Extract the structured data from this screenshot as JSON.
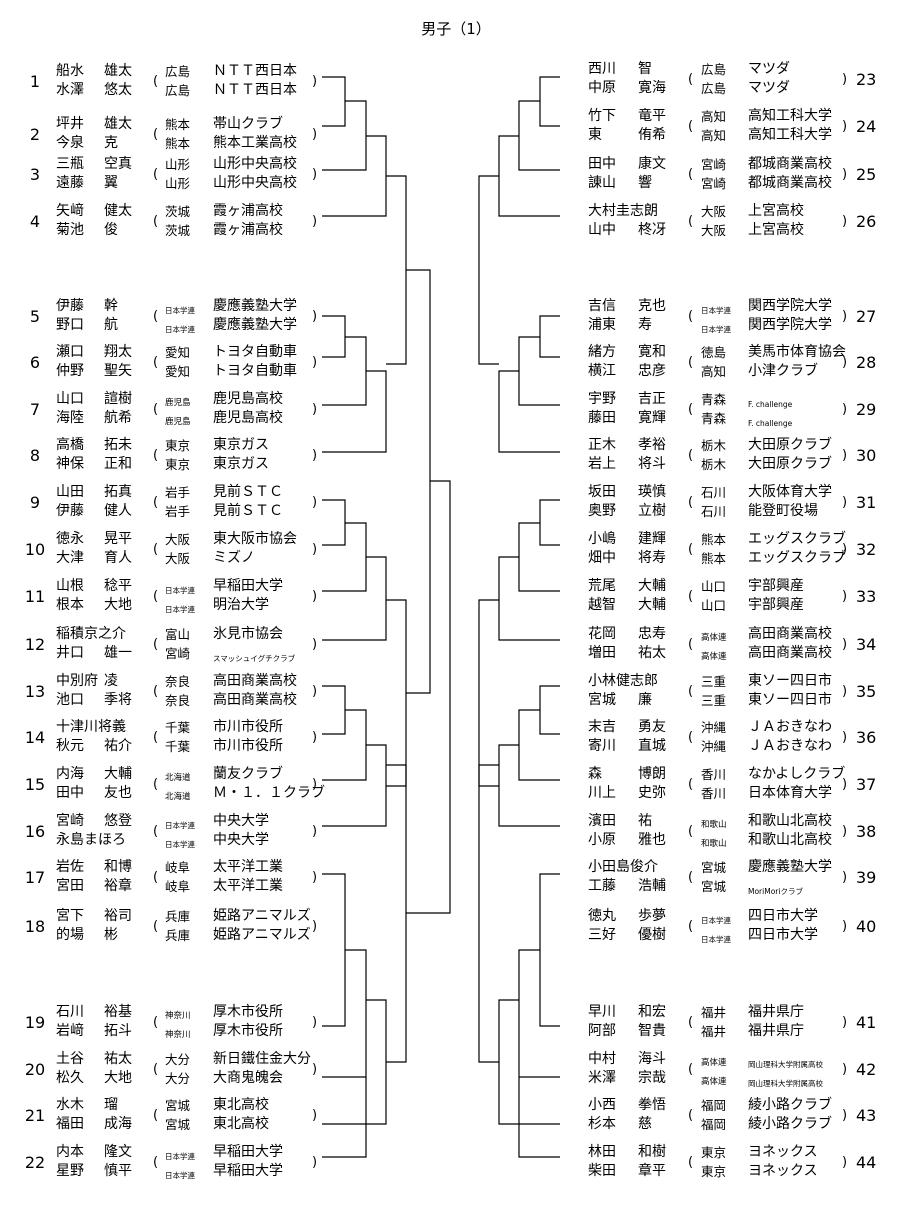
{
  "title": "男子（1）",
  "left_entries": [
    {
      "no": "1",
      "p1": {
        "family": "船水",
        "given": "雄太",
        "pref": "広島",
        "team": "ＮＴＴ西日本"
      },
      "p2": {
        "family": "水澤",
        "given": "悠太",
        "pref": "広島",
        "team": "ＮＴＴ西日本"
      }
    },
    {
      "no": "2",
      "p1": {
        "family": "坪井",
        "given": "雄太",
        "pref": "熊本",
        "team": "帯山クラブ"
      },
      "p2": {
        "family": "今泉",
        "given": "克",
        "pref": "熊本",
        "team": "熊本工業高校"
      }
    },
    {
      "no": "3",
      "p1": {
        "family": "三瓶",
        "given": "空真",
        "pref": "山形",
        "team": "山形中央高校"
      },
      "p2": {
        "family": "遠藤",
        "given": "翼",
        "pref": "山形",
        "team": "山形中央高校"
      }
    },
    {
      "no": "4",
      "p1": {
        "family": "矢﨑",
        "given": "健太",
        "pref": "茨城",
        "team": "霞ヶ浦高校"
      },
      "p2": {
        "family": "菊池",
        "given": "俊",
        "pref": "茨城",
        "team": "霞ヶ浦高校"
      }
    },
    {
      "no": "5",
      "p1": {
        "family": "伊藤",
        "given": "幹",
        "pref": "日本学連",
        "team": "慶應義塾大学"
      },
      "p2": {
        "family": "野口",
        "given": "航",
        "pref": "日本学連",
        "team": "慶應義塾大学"
      }
    },
    {
      "no": "6",
      "p1": {
        "family": "瀬口",
        "given": "翔太",
        "pref": "愛知",
        "team": "トヨタ自動車"
      },
      "p2": {
        "family": "仲野",
        "given": "聖矢",
        "pref": "愛知",
        "team": "トヨタ自動車"
      }
    },
    {
      "no": "7",
      "p1": {
        "family": "山口",
        "given": "諠樹",
        "pref": "鹿児島",
        "team": "鹿児島高校"
      },
      "p2": {
        "family": "海陸",
        "given": "航希",
        "pref": "鹿児島",
        "team": "鹿児島高校"
      }
    },
    {
      "no": "8",
      "p1": {
        "family": "高橋",
        "given": "拓未",
        "pref": "東京",
        "team": "東京ガス"
      },
      "p2": {
        "family": "神保",
        "given": "正和",
        "pref": "東京",
        "team": "東京ガス"
      }
    },
    {
      "no": "9",
      "p1": {
        "family": "山田",
        "given": "拓真",
        "pref": "岩手",
        "team": "見前ＳＴＣ"
      },
      "p2": {
        "family": "伊藤",
        "given": "健人",
        "pref": "岩手",
        "team": "見前ＳＴＣ"
      }
    },
    {
      "no": "10",
      "p1": {
        "family": "徳永",
        "given": "晃平",
        "pref": "大阪",
        "team": "東大阪市協会"
      },
      "p2": {
        "family": "大津",
        "given": "育人",
        "pref": "大阪",
        "team": "ミズノ"
      }
    },
    {
      "no": "11",
      "p1": {
        "family": "山根",
        "given": "稔平",
        "pref": "日本学連",
        "team": "早稲田大学"
      },
      "p2": {
        "family": "根本",
        "given": "大地",
        "pref": "日本学連",
        "team": "明治大学"
      }
    },
    {
      "no": "12",
      "p1": {
        "family": "稲積京之介",
        "given": "",
        "pref": "富山",
        "team": "氷見市協会"
      },
      "p2": {
        "family": "井口",
        "given": "雄一",
        "pref": "宮崎",
        "team": "スマッシュイグチクラブ"
      }
    },
    {
      "no": "13",
      "p1": {
        "family": "中別府",
        "given": "凌",
        "pref": "奈良",
        "team": "高田商業高校"
      },
      "p2": {
        "family": "池口",
        "given": "季将",
        "pref": "奈良",
        "team": "高田商業高校"
      }
    },
    {
      "no": "14",
      "p1": {
        "family": "十津川将義",
        "given": "",
        "pref": "千葉",
        "team": "市川市役所"
      },
      "p2": {
        "family": "秋元",
        "given": "祐介",
        "pref": "千葉",
        "team": "市川市役所"
      }
    },
    {
      "no": "15",
      "p1": {
        "family": "内海",
        "given": "大輔",
        "pref": "北海道",
        "team": "蘭友クラブ"
      },
      "p2": {
        "family": "田中",
        "given": "友也",
        "pref": "北海道",
        "team": "Ｍ・１．１クラブ"
      }
    },
    {
      "no": "16",
      "p1": {
        "family": "宮崎",
        "given": "悠登",
        "pref": "日本学連",
        "team": "中央大学"
      },
      "p2": {
        "family": "永島まほろ",
        "given": "",
        "pref": "日本学連",
        "team": "中央大学"
      }
    },
    {
      "no": "17",
      "p1": {
        "family": "岩佐",
        "given": "和博",
        "pref": "岐阜",
        "team": "太平洋工業"
      },
      "p2": {
        "family": "宮田",
        "given": "裕章",
        "pref": "岐阜",
        "team": "太平洋工業"
      }
    },
    {
      "no": "18",
      "p1": {
        "family": "宮下",
        "given": "裕司",
        "pref": "兵庫",
        "team": "姫路アニマルズ"
      },
      "p2": {
        "family": "的場",
        "given": "彬",
        "pref": "兵庫",
        "team": "姫路アニマルズ"
      }
    },
    {
      "no": "19",
      "p1": {
        "family": "石川",
        "given": "裕基",
        "pref": "神奈川",
        "team": "厚木市役所"
      },
      "p2": {
        "family": "岩﨑",
        "given": "拓斗",
        "pref": "神奈川",
        "team": "厚木市役所"
      }
    },
    {
      "no": "20",
      "p1": {
        "family": "土谷",
        "given": "祐太",
        "pref": "大分",
        "team": "新日鐵住金大分"
      },
      "p2": {
        "family": "松久",
        "given": "大地",
        "pref": "大分",
        "team": "大商鬼魄会"
      }
    },
    {
      "no": "21",
      "p1": {
        "family": "水木",
        "given": "瑠",
        "pref": "宮城",
        "team": "東北高校"
      },
      "p2": {
        "family": "福田",
        "given": "成海",
        "pref": "宮城",
        "team": "東北高校"
      }
    },
    {
      "no": "22",
      "p1": {
        "family": "内本",
        "given": "隆文",
        "pref": "日本学連",
        "team": "早稲田大学"
      },
      "p2": {
        "family": "星野",
        "given": "慎平",
        "pref": "日本学連",
        "team": "早稲田大学"
      }
    }
  ],
  "right_entries": [
    {
      "no": "23",
      "p1": {
        "family": "西川",
        "given": "智",
        "pref": "広島",
        "team": "マツダ"
      },
      "p2": {
        "family": "中原",
        "given": "寛海",
        "pref": "広島",
        "team": "マツダ"
      }
    },
    {
      "no": "24",
      "p1": {
        "family": "竹下",
        "given": "竜平",
        "pref": "高知",
        "team": "高知工科大学"
      },
      "p2": {
        "family": "東",
        "given": "侑希",
        "pref": "高知",
        "team": "高知工科大学"
      }
    },
    {
      "no": "25",
      "p1": {
        "family": "田中",
        "given": "康文",
        "pref": "宮崎",
        "team": "都城商業高校"
      },
      "p2": {
        "family": "諌山",
        "given": "響",
        "pref": "宮崎",
        "team": "都城商業高校"
      }
    },
    {
      "no": "26",
      "p1": {
        "family": "大村圭志朗",
        "given": "",
        "pref": "大阪",
        "team": "上宮高校"
      },
      "p2": {
        "family": "山中",
        "given": "柊冴",
        "pref": "大阪",
        "team": "上宮高校"
      }
    },
    {
      "no": "27",
      "p1": {
        "family": "吉信",
        "given": "克也",
        "pref": "日本学連",
        "team": "関西学院大学"
      },
      "p2": {
        "family": "浦東",
        "given": "寿",
        "pref": "日本学連",
        "team": "関西学院大学"
      }
    },
    {
      "no": "28",
      "p1": {
        "family": "緒方",
        "given": "寛和",
        "pref": "徳島",
        "team": "美馬市体育協会"
      },
      "p2": {
        "family": "横江",
        "given": "忠彦",
        "pref": "高知",
        "team": "小津クラブ"
      }
    },
    {
      "no": "29",
      "p1": {
        "family": "宇野",
        "given": "吉正",
        "pref": "青森",
        "team": "F. challenge"
      },
      "p2": {
        "family": "藤田",
        "given": "寛輝",
        "pref": "青森",
        "team": "F. challenge"
      }
    },
    {
      "no": "30",
      "p1": {
        "family": "正木",
        "given": "孝裕",
        "pref": "栃木",
        "team": "大田原クラブ"
      },
      "p2": {
        "family": "岩上",
        "given": "将斗",
        "pref": "栃木",
        "team": "大田原クラブ"
      }
    },
    {
      "no": "31",
      "p1": {
        "family": "坂田",
        "given": "瑛慎",
        "pref": "石川",
        "team": "大阪体育大学"
      },
      "p2": {
        "family": "奥野",
        "given": "立樹",
        "pref": "石川",
        "team": "能登町役場"
      }
    },
    {
      "no": "32",
      "p1": {
        "family": "小嶋",
        "given": "建輝",
        "pref": "熊本",
        "team": "エッグスクラブ"
      },
      "p2": {
        "family": "畑中",
        "given": "将寿",
        "pref": "熊本",
        "team": "エッグスクラブ"
      }
    },
    {
      "no": "33",
      "p1": {
        "family": "荒尾",
        "given": "大輔",
        "pref": "山口",
        "team": "宇部興産"
      },
      "p2": {
        "family": "越智",
        "given": "大輔",
        "pref": "山口",
        "team": "宇部興産"
      }
    },
    {
      "no": "34",
      "p1": {
        "family": "花岡",
        "given": "忠寿",
        "pref": "高体連",
        "team": "高田商業高校"
      },
      "p2": {
        "family": "増田",
        "given": "祐太",
        "pref": "高体連",
        "team": "高田商業高校"
      }
    },
    {
      "no": "35",
      "p1": {
        "family": "小林健志郎",
        "given": "",
        "pref": "三重",
        "team": "東ソー四日市"
      },
      "p2": {
        "family": "宮城",
        "given": "廉",
        "pref": "三重",
        "team": "東ソー四日市"
      }
    },
    {
      "no": "36",
      "p1": {
        "family": "末吉",
        "given": "勇友",
        "pref": "沖縄",
        "team": "ＪＡおきなわ"
      },
      "p2": {
        "family": "寄川",
        "given": "直城",
        "pref": "沖縄",
        "team": "ＪＡおきなわ"
      }
    },
    {
      "no": "37",
      "p1": {
        "family": "森",
        "given": "博朗",
        "pref": "香川",
        "team": "なかよしクラブ"
      },
      "p2": {
        "family": "川上",
        "given": "史弥",
        "pref": "香川",
        "team": "日本体育大学"
      }
    },
    {
      "no": "38",
      "p1": {
        "family": "濱田",
        "given": "祐",
        "pref": "和歌山",
        "team": "和歌山北高校"
      },
      "p2": {
        "family": "小原",
        "given": "雅也",
        "pref": "和歌山",
        "team": "和歌山北高校"
      }
    },
    {
      "no": "39",
      "p1": {
        "family": "小田島俊介",
        "given": "",
        "pref": "宮城",
        "team": "慶應義塾大学"
      },
      "p2": {
        "family": "工藤",
        "given": "浩輔",
        "pref": "宮城",
        "team": "MoriMoriクラブ"
      }
    },
    {
      "no": "40",
      "p1": {
        "family": "徳丸",
        "given": "歩夢",
        "pref": "日本学連",
        "team": "四日市大学"
      },
      "p2": {
        "family": "三好",
        "given": "優樹",
        "pref": "日本学連",
        "team": "四日市大学"
      }
    },
    {
      "no": "41",
      "p1": {
        "family": "早川",
        "given": "和宏",
        "pref": "福井",
        "team": "福井県庁"
      },
      "p2": {
        "family": "阿部",
        "given": "智貴",
        "pref": "福井",
        "team": "福井県庁"
      }
    },
    {
      "no": "42",
      "p1": {
        "family": "中村",
        "given": "海斗",
        "pref": "高体連",
        "team": "岡山理科大学附属高校"
      },
      "p2": {
        "family": "米澤",
        "given": "宗哉",
        "pref": "高体連",
        "team": "岡山理科大学附属高校"
      }
    },
    {
      "no": "43",
      "p1": {
        "family": "小西",
        "given": "拳悟",
        "pref": "福岡",
        "team": "綾小路クラブ"
      },
      "p2": {
        "family": "杉本",
        "given": "慈",
        "pref": "福岡",
        "team": "綾小路クラブ"
      }
    },
    {
      "no": "44",
      "p1": {
        "family": "林田",
        "given": "和樹",
        "pref": "東京",
        "team": "ヨネックス"
      },
      "p2": {
        "family": "柴田",
        "given": "章平",
        "pref": "東京",
        "team": "ヨネックス"
      }
    }
  ],
  "paren_open": "(",
  "paren_close": ")"
}
